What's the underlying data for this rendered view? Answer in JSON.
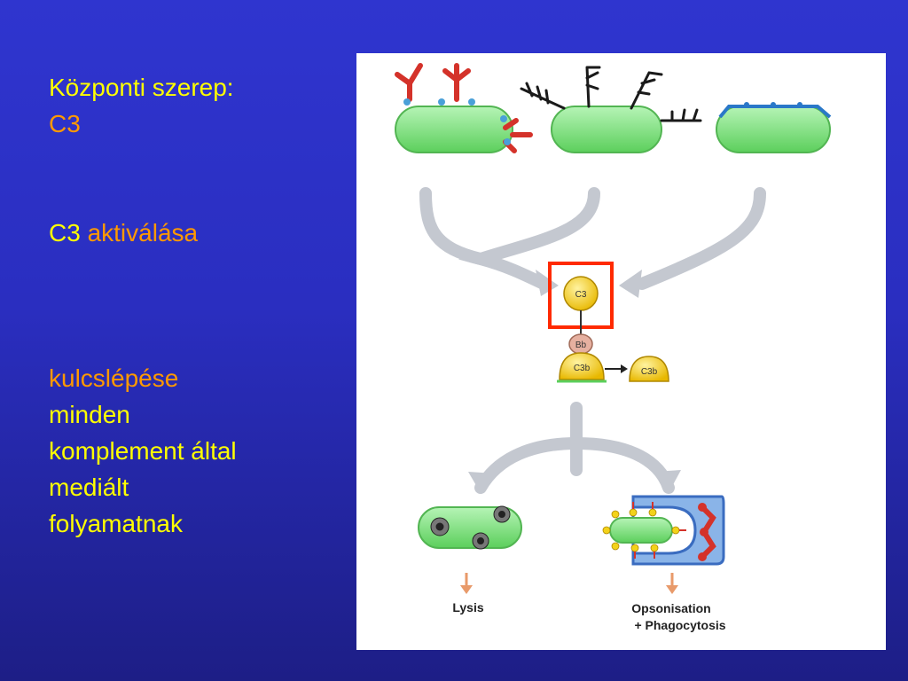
{
  "left_text": {
    "role_line": "Központi szerep:",
    "role_value": "C3",
    "activation_prefix": "C3",
    "activation_word": "aktiválása",
    "key_step_word": "kulcslépése",
    "line_minden": "minden",
    "line_komplement": "komplement által",
    "line_medialt": "mediált",
    "line_folyamatnak": "folyamatnak"
  },
  "diagram": {
    "c3_label": "C3",
    "bb_label": "Bb",
    "c3b_label": "C3b",
    "c3b_released_label": "C3b",
    "lysis_label": "Lysis",
    "opsonisation_label": "Opsonisation",
    "phagocytosis_label": "+ Phagocytosis",
    "colors": {
      "bacterium": "#8ae68a",
      "antibody": "#d4322a",
      "c3_yellow": "#f3d21a",
      "highlight_box": "#ff2a00",
      "arrow_gray": "#c4c8d0",
      "down_arrow": "#e89a6a",
      "phagocyte": "#8ab4e8"
    }
  }
}
